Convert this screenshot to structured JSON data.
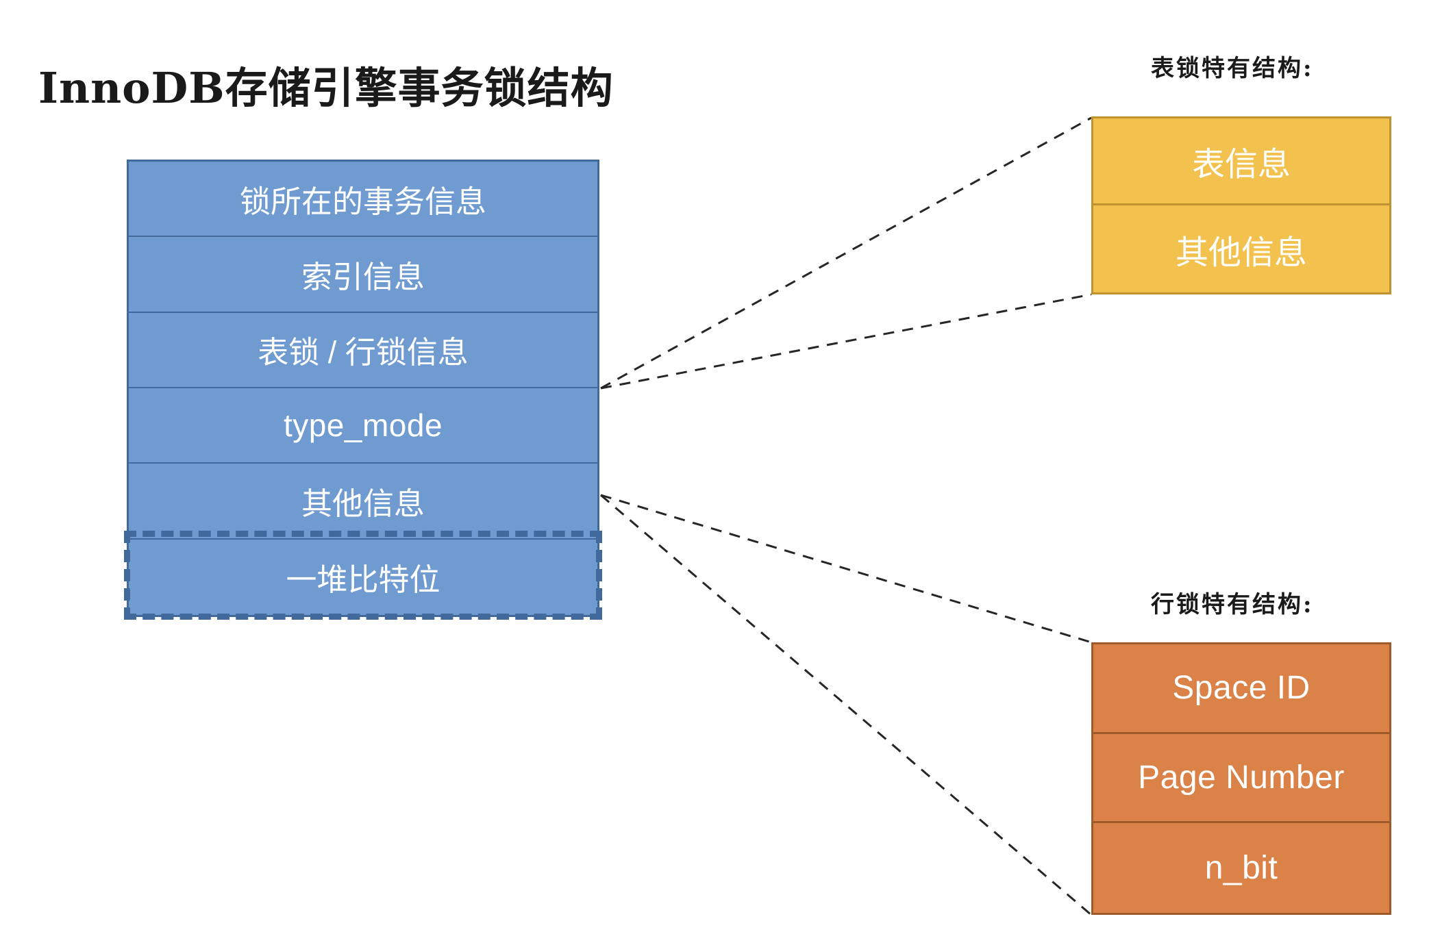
{
  "title": "InnoDB存储引擎事务锁结构",
  "lock_structure": {
    "name": "lock-structure",
    "rows": [
      {
        "label": "锁所在的事务信息",
        "script": "han"
      },
      {
        "label": "索引信息",
        "script": "han"
      },
      {
        "label": "表锁 / 行锁信息",
        "script": "han"
      },
      {
        "label": "type_mode",
        "script": "latin"
      },
      {
        "label": "其他信息",
        "script": "han"
      },
      {
        "label": "一堆比特位",
        "script": "han",
        "highlighted": true
      }
    ],
    "fill": "#6f9bd1",
    "border": "#41699c",
    "highlight_border_style": "dashed"
  },
  "table_lock": {
    "caption": "表锁特有结构:",
    "rows": [
      {
        "label": "表信息"
      },
      {
        "label": "其他信息"
      }
    ],
    "fill": "#f2c14e",
    "border": "#bf922f"
  },
  "row_lock": {
    "caption": "行锁特有结构:",
    "rows": [
      {
        "label": "Space ID"
      },
      {
        "label": "Page Number"
      },
      {
        "label": "n_bit"
      }
    ],
    "fill": "#da8248",
    "border": "#9e5a28"
  },
  "connectors": {
    "style": "dashed",
    "color": "#262626",
    "links": [
      {
        "from": "lock-structure-vertex-upper",
        "to": "table-lock-box-top-left"
      },
      {
        "from": "lock-structure-vertex-upper",
        "to": "table-lock-box-bottom-left"
      },
      {
        "from": "lock-structure-vertex-lower",
        "to": "row-lock-box-top-left"
      },
      {
        "from": "lock-structure-vertex-lower",
        "to": "row-lock-box-bottom-left"
      }
    ]
  }
}
